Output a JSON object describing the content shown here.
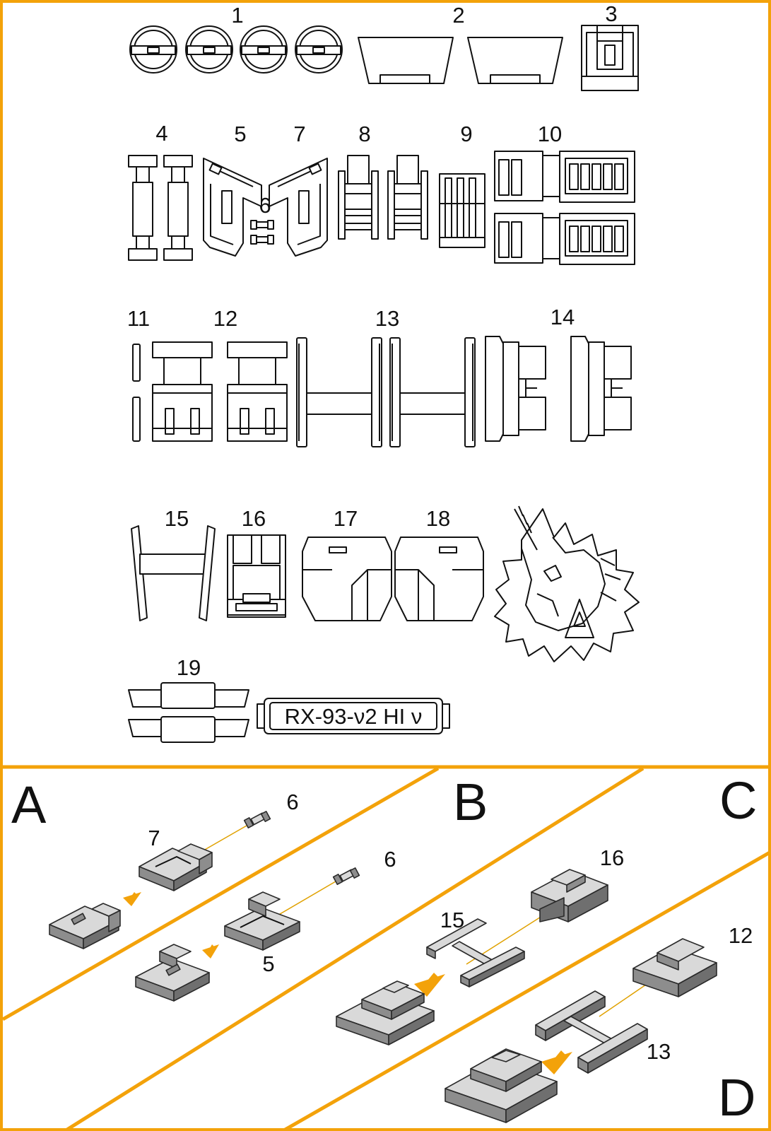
{
  "parts_sheet": {
    "part_numbers": [
      "1",
      "2",
      "3",
      "4",
      "5",
      "7",
      "8",
      "9",
      "10",
      "6",
      "11",
      "12",
      "13",
      "14",
      "15",
      "16",
      "17",
      "18",
      "19"
    ],
    "nameplate_text": "RX-93-ν2 HI ν",
    "emblem": "unicorn-emblem"
  },
  "assembly_steps": [
    {
      "letter": "A",
      "labels": [
        "6",
        "7"
      ]
    },
    {
      "letter": "B",
      "labels": [
        "6",
        "5"
      ]
    },
    {
      "letter": "C",
      "labels": [
        "16",
        "15"
      ]
    },
    {
      "letter": "D",
      "labels": [
        "12",
        "13"
      ]
    }
  ],
  "colors": {
    "frame": "#f3a20a",
    "arrow": "#f3a20a",
    "line": "#111111",
    "part_grey": "#d9d9d9"
  }
}
